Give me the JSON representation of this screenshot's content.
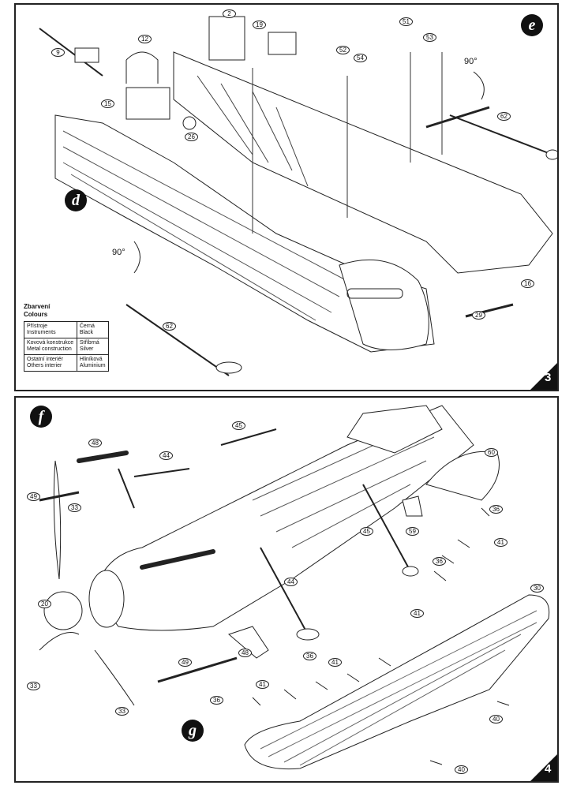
{
  "panels": [
    {
      "steps": [
        "e",
        "d"
      ],
      "page_number": "3",
      "angles": [
        "90°",
        "90°"
      ],
      "callouts": [
        "9",
        "12",
        "2",
        "19",
        "51",
        "53",
        "52",
        "54",
        "15",
        "26",
        "62",
        "16",
        "62",
        "29"
      ],
      "legend": {
        "title_cz": "Zbarvení",
        "title_en": "Colours",
        "rows": [
          {
            "part_cz": "Přístroje",
            "part_en": "Instruments",
            "colour_cz": "Černá",
            "colour_en": "Black"
          },
          {
            "part_cz": "Kovová konstrukce",
            "part_en": "Metal construction",
            "colour_cz": "Stříbrná",
            "colour_en": "Silver"
          },
          {
            "part_cz": "Ostatní interiér",
            "part_en": "Others interier",
            "colour_cz": "Hliníková",
            "colour_en": "Aluminium"
          }
        ]
      }
    },
    {
      "steps": [
        "f",
        "g"
      ],
      "page_number": "4",
      "callouts": [
        "48",
        "45",
        "44",
        "49",
        "33",
        "60",
        "59",
        "45",
        "36",
        "41",
        "20",
        "44",
        "36",
        "30",
        "41",
        "48",
        "49",
        "33",
        "33",
        "36",
        "41",
        "36",
        "41",
        "40",
        "40"
      ]
    }
  ],
  "colors": {
    "line": "#222222",
    "fill": "#ffffff",
    "badge": "#111111"
  }
}
